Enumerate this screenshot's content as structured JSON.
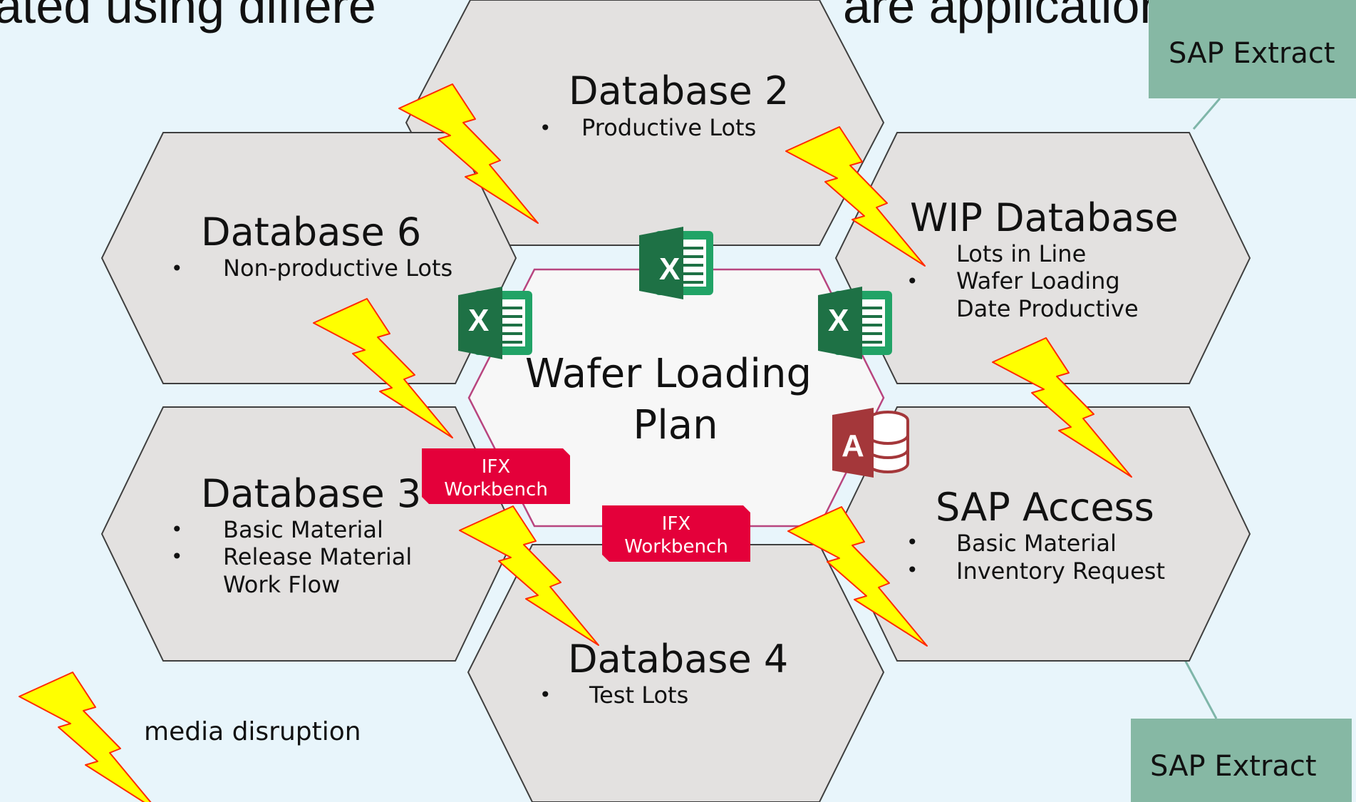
{
  "slide": {
    "title_fragment_left": "ated using differe",
    "title_fragment_right": "are applications"
  },
  "center": {
    "label_line1": "Wafer Loading",
    "label_line2": "Plan"
  },
  "nodes": {
    "database2": {
      "title": "Database 2",
      "items": [
        "Productive Lots"
      ]
    },
    "database6": {
      "title": "Database 6",
      "items": [
        "Non-productive Lots"
      ]
    },
    "wip_database": {
      "title": "WIP Database",
      "items": [
        "Lots in Line",
        "Wafer Loading\nDate Productive"
      ]
    },
    "database3": {
      "title": "Database 3",
      "items": [
        "Basic Material",
        "Release Material\nWork Flow"
      ]
    },
    "sap_access": {
      "title": "SAP Access",
      "items": [
        "Basic Material",
        "Inventory Request"
      ]
    },
    "database4": {
      "title": "Database 4",
      "items": [
        "Test Lots"
      ]
    }
  },
  "callouts": {
    "sap_extract_top": "SAP Extract",
    "sap_extract_bottom": "SAP Extract"
  },
  "tags": {
    "ifx_workbench_left": {
      "line1": "IFX",
      "line2": "Workbench"
    },
    "ifx_workbench_center": {
      "line1": "IFX",
      "line2": "Workbench"
    }
  },
  "icons": {
    "excel": "excel-icon",
    "access": "access-icon",
    "excel_letter": "X",
    "access_letter": "A"
  },
  "legend": {
    "lightning_label": "media disruption"
  },
  "colors": {
    "background": "#e8f5fb",
    "hexagon_fill": "#e3e1e0",
    "hexagon_stroke": "#3f3f3f",
    "center_fill": "#f7f7f7",
    "center_stroke": "#b8457f",
    "sap_box": "#86b8a4",
    "ifx_tag": "#e4003a",
    "lightning_fill": "#ffff00",
    "lightning_stroke": "#ff2a00",
    "excel_green": "#1e7145",
    "access_red": "#a4373a"
  }
}
